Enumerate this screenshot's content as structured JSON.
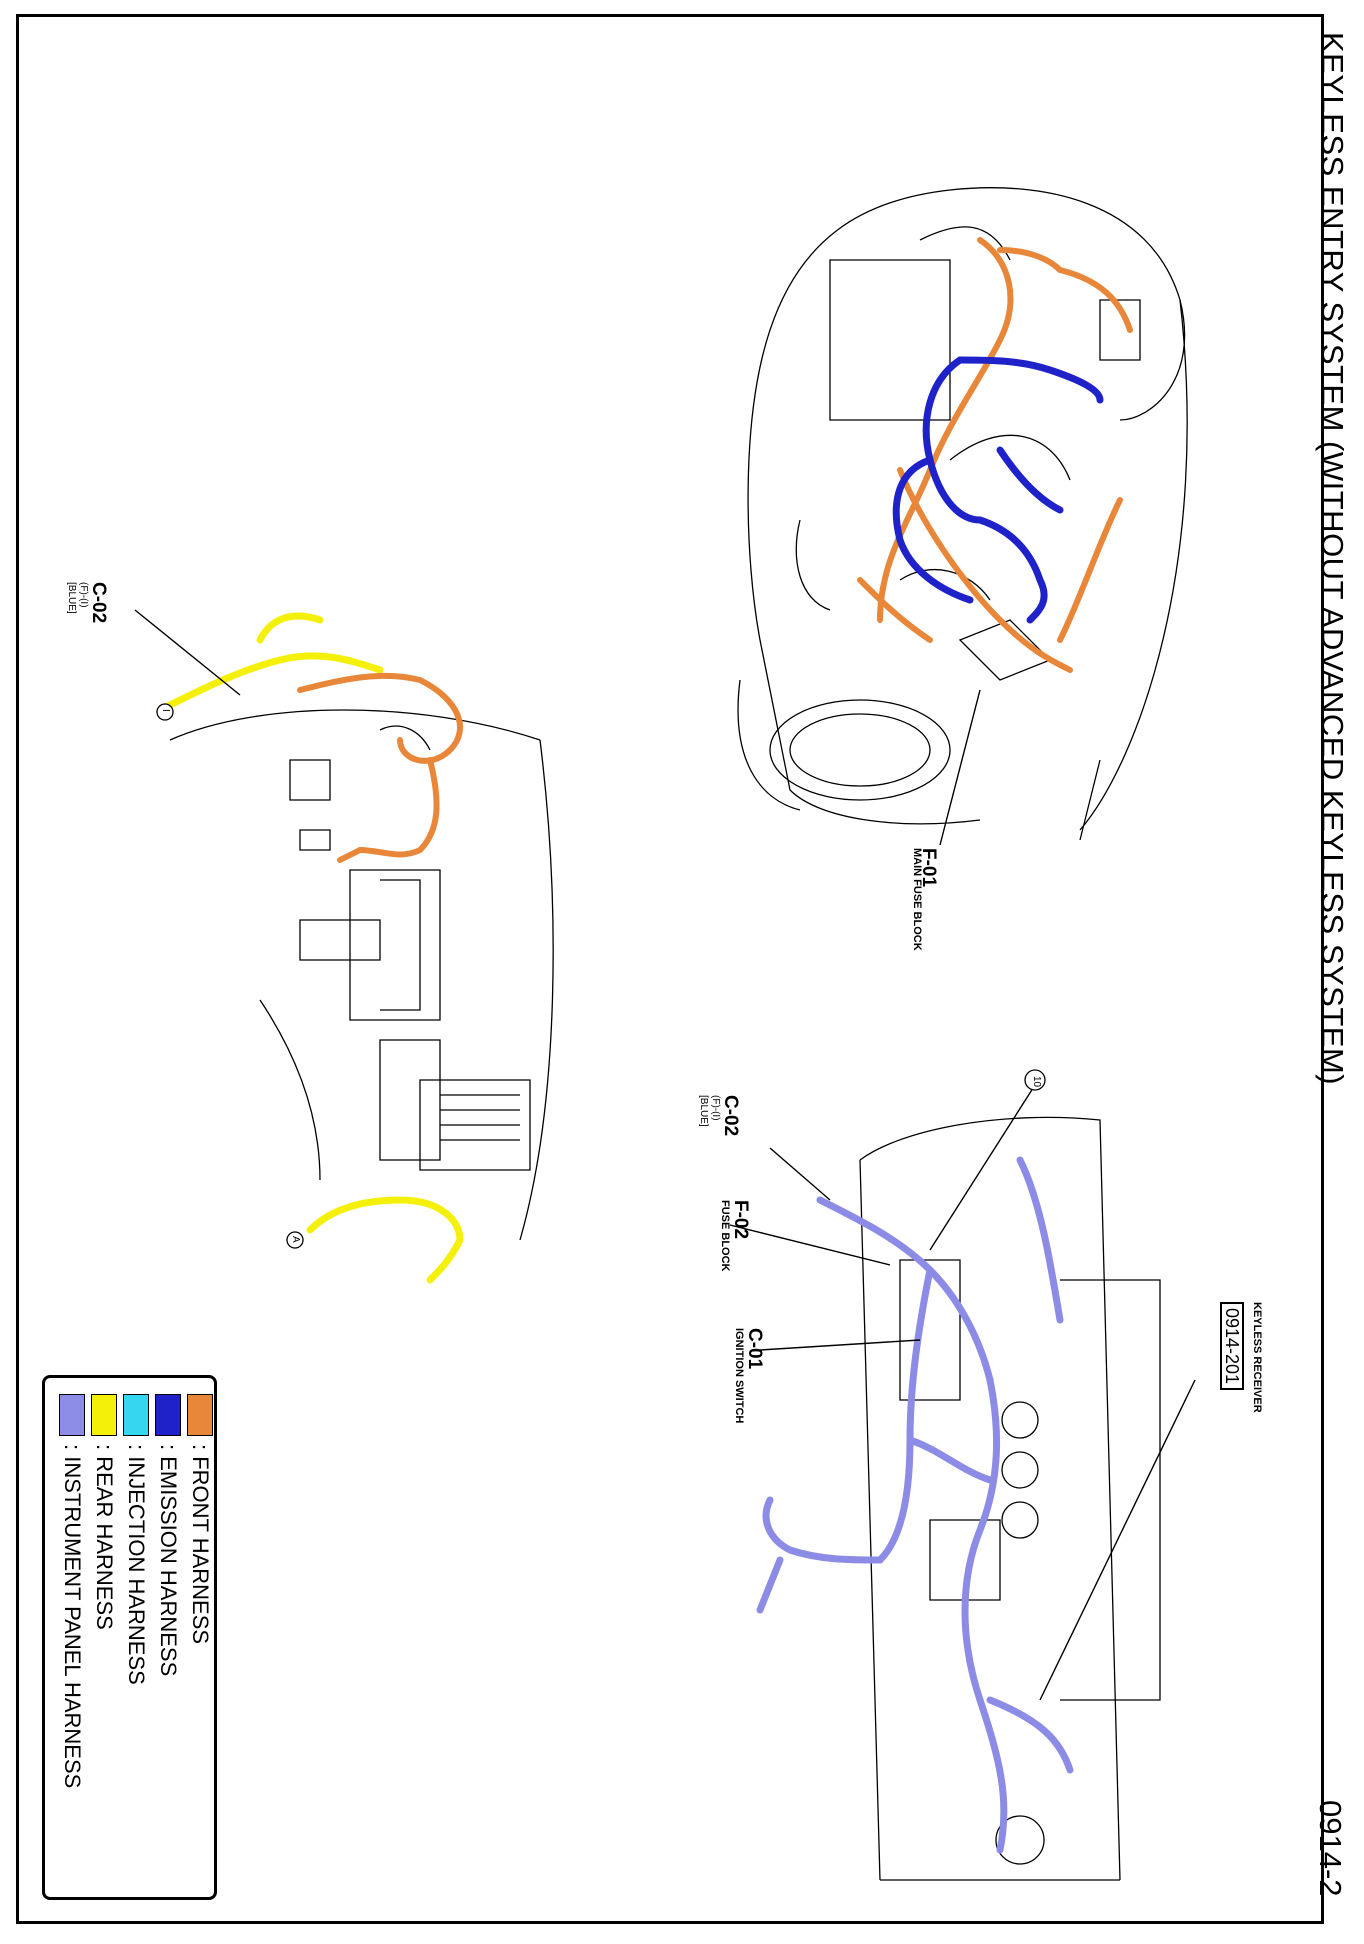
{
  "page": {
    "title": "KEYLESS ENTRY SYSTEM (WITHOUT ADVANCED KEYLESS SYSTEM)",
    "page_number": "0914-2"
  },
  "labels": {
    "f01": {
      "code": "F-01",
      "desc": "MAIN FUSE BLOCK"
    },
    "c02_top": {
      "code": "C-02",
      "sub1": "(F)-(I)",
      "sub2": "[BLUE]"
    },
    "c02_left": {
      "code": "C-02",
      "sub1": "(F)-(I)",
      "sub2": "[BLUE]"
    },
    "f02": {
      "code": "F-02",
      "desc": "FUSE BLOCK"
    },
    "c01": {
      "code": "C-01",
      "desc": "IGNITION SWITCH"
    },
    "receiver": {
      "desc": "KEYLESS RECEIVER",
      "code": "0914-201"
    },
    "marker_10": "10",
    "marker_i": "I",
    "marker_a": "A"
  },
  "legend": [
    {
      "label": ": FRONT HARNESS",
      "color": "#E8873A"
    },
    {
      "label": ": EMISSION HARNESS",
      "color": "#1E22C8"
    },
    {
      "label": ": INJECTION HARNESS",
      "color": "#35D6F0"
    },
    {
      "label": ": REAR HARNESS",
      "color": "#F5F00A"
    },
    {
      "label": ": INSTRUMENT PANEL HARNESS",
      "color": "#8C8CE6"
    }
  ]
}
